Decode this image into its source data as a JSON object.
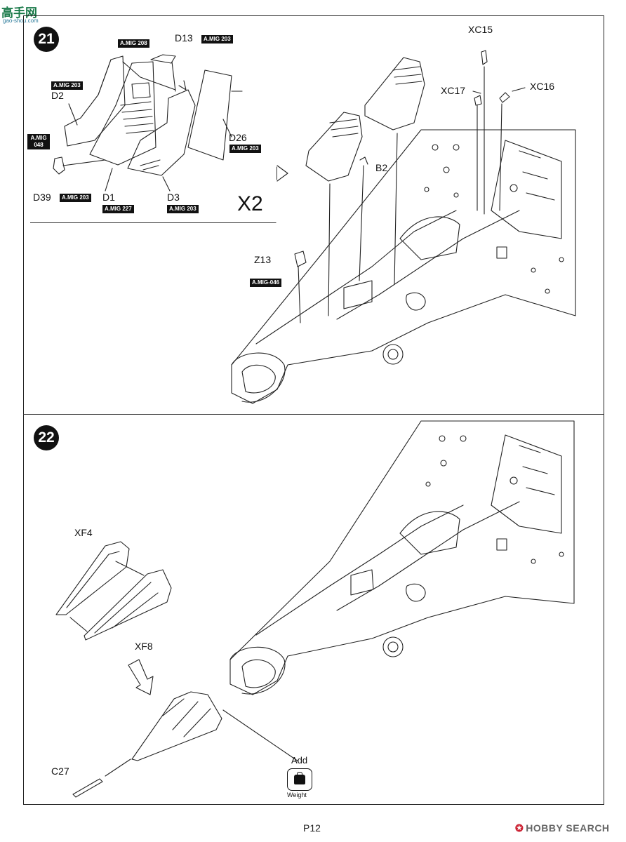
{
  "watermarks": {
    "top_logo": "高手网",
    "top_sub": "gao-shou.com",
    "bottom": "HOBBY SEARCH"
  },
  "page_number": "P12",
  "step21": {
    "number": "21",
    "inset_multiplier": "X2",
    "parts": {
      "D13": "D13",
      "D2": "D2",
      "D26": "D26",
      "D39": "D39",
      "D1": "D1",
      "D3": "D3",
      "XC15": "XC15",
      "XC17": "XC17",
      "XC16": "XC16",
      "B2": "B2",
      "Z13": "Z13"
    },
    "paint_tags": {
      "a_mig_208": "A.MIG 208",
      "a_mig_203_d13": "A.MIG 203",
      "a_mig_203_d2": "A.MIG 203",
      "a_mig_048": "A.MIG 048",
      "a_mig_203_d26": "A.MIG 203",
      "a_mig_203_d39": "A.MIG 203",
      "a_mig_227": "A.MIG 227",
      "a_mig_203_d3": "A.MIG 203",
      "a_mig_046": "A.MIG-046"
    }
  },
  "step22": {
    "number": "22",
    "parts": {
      "XF4": "XF4",
      "XF8": "XF8",
      "C27": "C27"
    },
    "add_label": "Add",
    "weight_label": "Weight"
  },
  "colors": {
    "line": "#222222",
    "tag_bg": "#111111",
    "watermark_green": "#1b7a4a"
  },
  "icons": [
    "weight-icon",
    "arrow-down-icon"
  ]
}
